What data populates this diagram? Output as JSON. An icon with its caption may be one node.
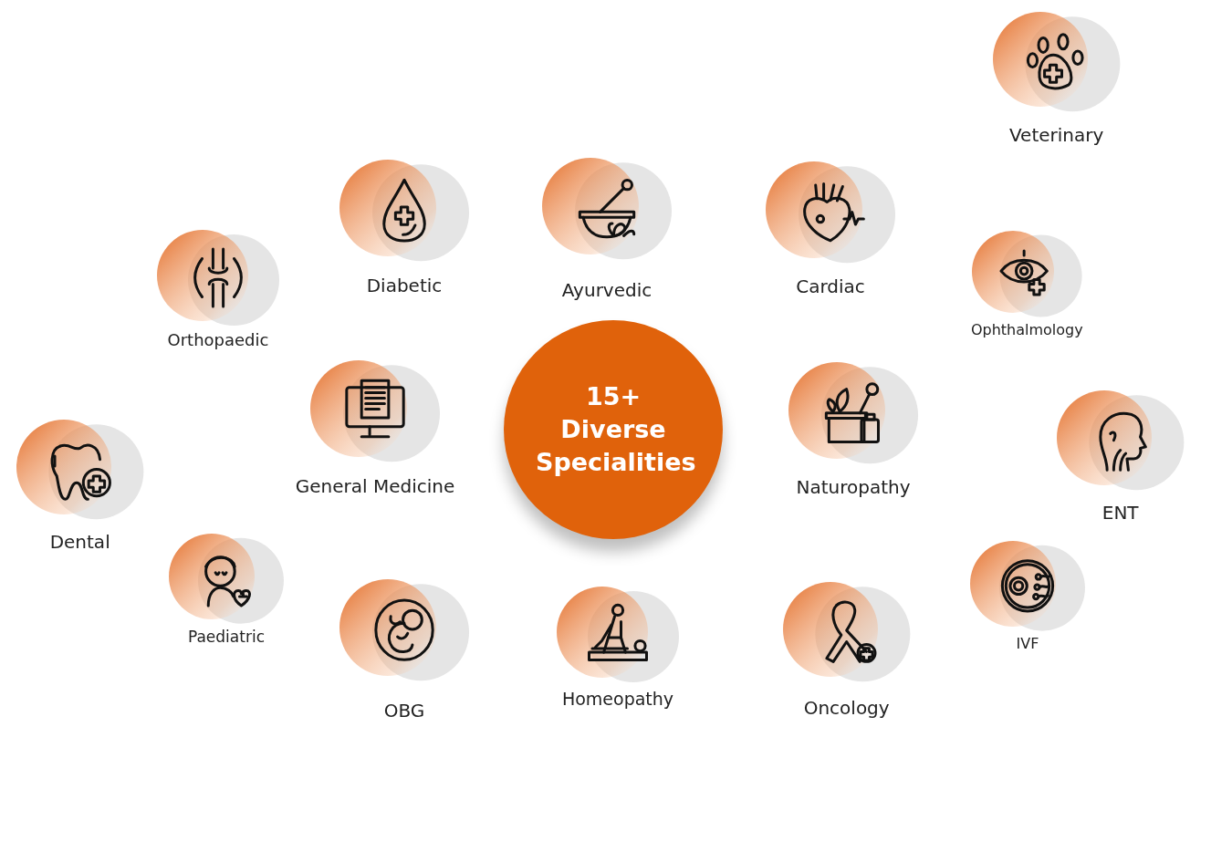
{
  "diagram": {
    "nodes": [
      {
        "text": [
          "Veterinary"
        ]
      },
      {
        "text": [
          "Diabetic"
        ]
      },
      {
        "text": [
          "Ayurvedic"
        ]
      },
      {
        "text": [
          "Cardiac"
        ]
      },
      {
        "text": [
          "Orthopaedic"
        ]
      },
      {
        "text": [
          "Ophthalmology"
        ]
      },
      {
        "text": [
          "General Medicine"
        ]
      },
      {
        "text": [
          "Naturopathy"
        ]
      },
      {
        "text": [
          "15+ Diverse Specialities"
        ]
      },
      {
        "text": [
          "ENT"
        ]
      },
      {
        "text": [
          "Dental"
        ]
      },
      {
        "text": [
          "Paediatric"
        ]
      },
      {
        "text": [
          "IVF"
        ]
      },
      {
        "text": [
          "OBG"
        ]
      },
      {
        "text": [
          "Homeopathy"
        ]
      },
      {
        "text": [
          "Oncology"
        ]
      }
    ]
  }
}
